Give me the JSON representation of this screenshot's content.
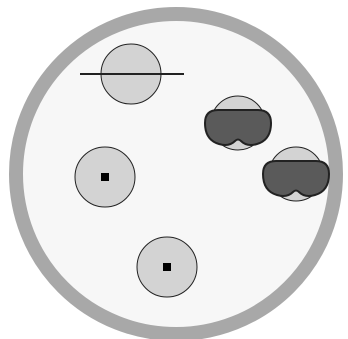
{
  "colors": {
    "background": "#ffffff",
    "ring_border": "#a8a8a8",
    "plate_fill": "#f7f7f7",
    "circle_fill": "#d3d3d3",
    "stroke": "#222222",
    "mask_fill": "#5a5a5a"
  },
  "items": [
    {
      "kind": "circle-with-line",
      "icon": "crossed-circle-icon"
    },
    {
      "kind": "masked-circle",
      "icon": "mask-icon"
    },
    {
      "kind": "masked-circle",
      "icon": "mask-icon"
    },
    {
      "kind": "circle-with-dot",
      "icon": "dotted-circle-icon"
    },
    {
      "kind": "circle-with-dot",
      "icon": "dotted-circle-icon"
    }
  ]
}
